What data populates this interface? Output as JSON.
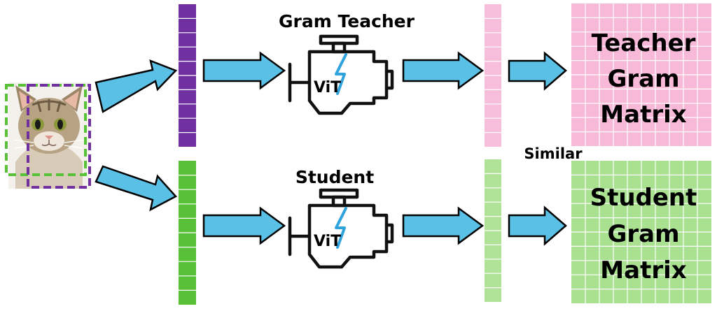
{
  "labels": {
    "teacher_model": "Gram Teacher",
    "student_model": "Student",
    "similar": "Similar",
    "engine_text": "ViT"
  },
  "matrices": {
    "teacher_lines": [
      "Teacher",
      "Gram",
      "Matrix"
    ],
    "student_lines": [
      "Student",
      "Gram",
      "Matrix"
    ]
  },
  "colors": {
    "arrow": "#5bc0e5",
    "teacher_tokens": "#7030a0",
    "student_tokens": "#59c138",
    "teacher_output": "#f7bedb",
    "student_output": "#b0e398",
    "teacher_matrix": "#f8b9d9",
    "student_matrix": "#a9e190",
    "crop_global": "#59c138",
    "crop_local": "#7030a0",
    "engine_bolt": "#2fa3dc"
  },
  "icons": {
    "input": "cat-photo",
    "model": "engine-icon"
  }
}
